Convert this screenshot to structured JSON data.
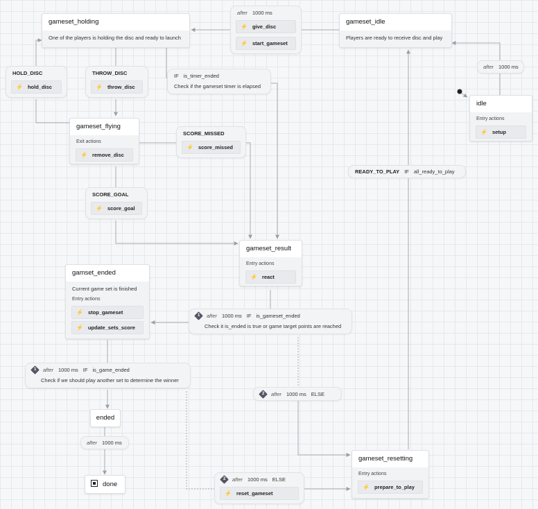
{
  "states": {
    "gameset_holding": {
      "title": "gameset_holding",
      "description": "One of the players is holding the disc and ready to launch"
    },
    "gameset_idle": {
      "title": "gameset_idle",
      "description": "Players are ready to receive disc and play"
    },
    "idle": {
      "title": "idle",
      "section": "Entry actions",
      "actions": [
        "setup"
      ]
    },
    "gameset_flying": {
      "title": "gameset_flying",
      "section": "Exit actions",
      "actions": [
        "remove_disc"
      ]
    },
    "gameset_result": {
      "title": "gameset_result",
      "section": "Entry actions",
      "actions": [
        "react"
      ]
    },
    "gamset_ended": {
      "title": "gamset_ended",
      "description": "Current game set is finished",
      "section": "Entry actions",
      "actions": [
        "stop_gameset",
        "update_sets_score"
      ]
    },
    "ended": {
      "title": "ended"
    },
    "done": {
      "title": "done"
    },
    "gameset_resetting": {
      "title": "gameset_resetting",
      "section": "Entry actions",
      "actions": [
        "prepare_to_play"
      ]
    }
  },
  "transitions": {
    "idle_to_holding": {
      "keyword": "after",
      "delay": "1000 ms",
      "actions": [
        "give_disc",
        "start_gameset"
      ]
    },
    "hold_disc": {
      "event": "HOLD_DISC",
      "actions": [
        "hold_disc"
      ]
    },
    "throw_disc": {
      "event": "THROW_DISC",
      "actions": [
        "throw_disc"
      ]
    },
    "timer_ended": {
      "if": "IF",
      "guard": "is_timer_ended",
      "note": "Check if the gameset timer is elapsed"
    },
    "initial_after": {
      "keyword": "after",
      "delay": "1000 ms"
    },
    "score_missed": {
      "event": "SCORE_MISSED",
      "actions": [
        "score_missed"
      ]
    },
    "score_goal": {
      "event": "SCORE_GOAL",
      "actions": [
        "score_goal"
      ]
    },
    "ready_to_play": {
      "event": "READY_TO_PLAY",
      "if": "IF",
      "guard": "all_ready_to_play"
    },
    "gameset_ended": {
      "badge": "1",
      "keyword": "after",
      "delay": "1000 ms",
      "if": "IF",
      "guard": "is_gameset_ended",
      "note": "Check it is_ended is true or game target points are reached"
    },
    "game_ended": {
      "badge": "1",
      "keyword": "after",
      "delay": "1000 ms",
      "if": "IF",
      "guard": "is_game_ended",
      "note": "Check if we should play another set to determine the winner"
    },
    "result_else": {
      "badge": "2",
      "keyword": "after",
      "delay": "1000 ms",
      "else": "ELSE"
    },
    "ended_after": {
      "keyword": "after",
      "delay": "1000 ms"
    },
    "reset_else": {
      "badge": "2",
      "keyword": "after",
      "delay": "1000 ms",
      "else": "ELSE",
      "actions": [
        "reset_gameset"
      ]
    }
  },
  "colors": {
    "edge": "#a6abb3",
    "background": "#f6f7f9",
    "node": "#f2f3f5",
    "header": "#ffffff"
  }
}
